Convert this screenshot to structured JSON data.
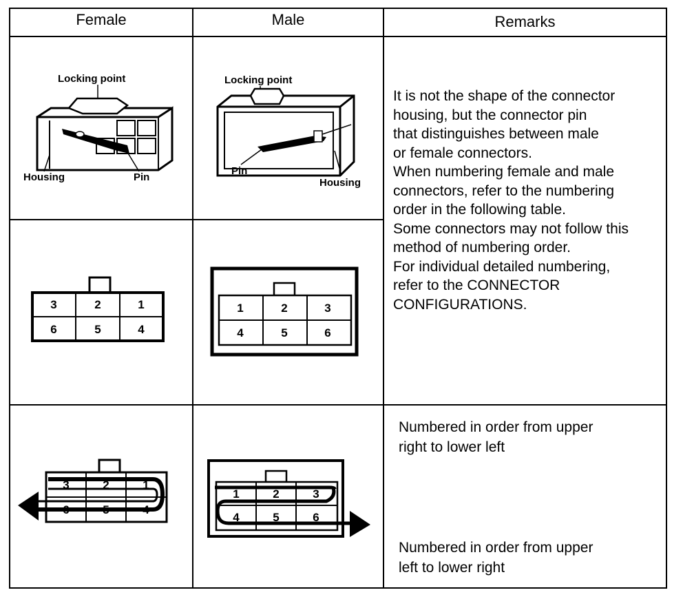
{
  "headers": {
    "female": "Female",
    "male": "Male",
    "remarks": "Remarks"
  },
  "female_drawing": {
    "locking_point": "Locking point",
    "housing": "Housing",
    "pin": "Pin"
  },
  "male_drawing": {
    "locking_point": "Locking point",
    "pin": "Pin",
    "housing": "Housing"
  },
  "female_face": {
    "top_row": [
      "3",
      "2",
      "1"
    ],
    "bottom_row": [
      "6",
      "5",
      "4"
    ]
  },
  "male_face": {
    "top_row": [
      "1",
      "2",
      "3"
    ],
    "bottom_row": [
      "4",
      "5",
      "6"
    ]
  },
  "remarks_main": [
    "It is not the shape of the connector",
    "housing, but the connector pin",
    "that distinguishes between male",
    "or female connectors.",
    "When numbering female and male",
    "connectors, refer to the numbering",
    "order in the following table.",
    "Some connectors may not follow this",
    "method of numbering order.",
    "For individual detailed numbering,",
    "refer to the CONNECTOR",
    "CONFIGURATIONS."
  ],
  "remarks_female_order": [
    "Numbered in order from upper",
    "right to lower left"
  ],
  "remarks_male_order": [
    "Numbered in order from upper",
    "left to lower right"
  ]
}
